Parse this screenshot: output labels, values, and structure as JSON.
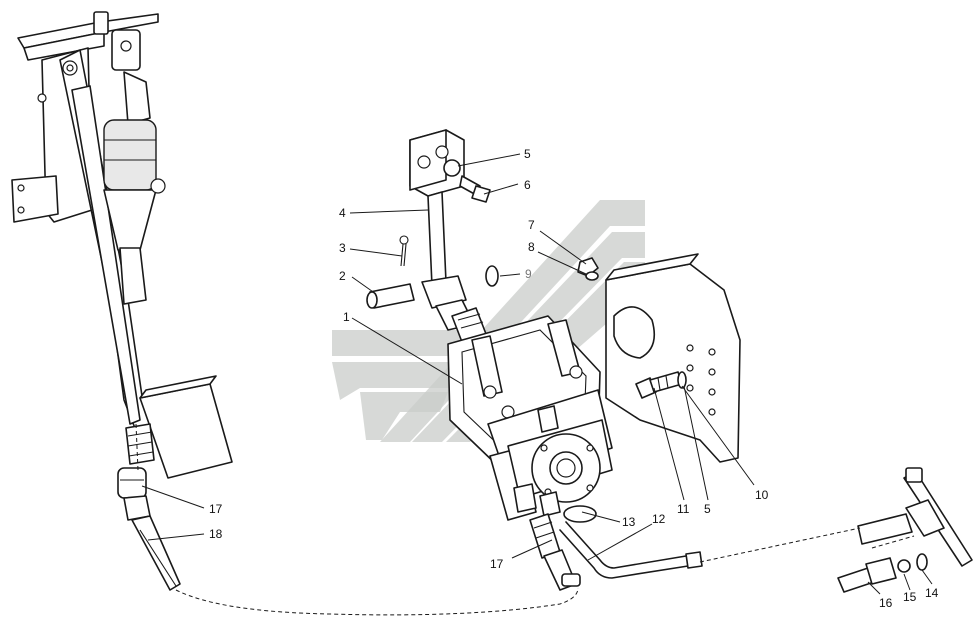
{
  "diagram": {
    "colors": {
      "line": "#1a1a1a",
      "watermark": "#c9ccca",
      "background": "#ffffff"
    },
    "callouts": [
      {
        "id": "c1",
        "text": "1"
      },
      {
        "id": "c2",
        "text": "2"
      },
      {
        "id": "c3",
        "text": "3"
      },
      {
        "id": "c4",
        "text": "4"
      },
      {
        "id": "c5a",
        "text": "5"
      },
      {
        "id": "c6",
        "text": "6"
      },
      {
        "id": "c7",
        "text": "7"
      },
      {
        "id": "c8",
        "text": "8"
      },
      {
        "id": "c9",
        "text": "9"
      },
      {
        "id": "c10",
        "text": "10"
      },
      {
        "id": "c11",
        "text": "11"
      },
      {
        "id": "c5b",
        "text": "5"
      },
      {
        "id": "c12",
        "text": "12"
      },
      {
        "id": "c13",
        "text": "13"
      },
      {
        "id": "c17a",
        "text": "17"
      },
      {
        "id": "c17b",
        "text": "17"
      },
      {
        "id": "c18",
        "text": "18"
      },
      {
        "id": "c16",
        "text": "16"
      },
      {
        "id": "c15",
        "text": "15"
      },
      {
        "id": "c14",
        "text": "14"
      }
    ]
  }
}
